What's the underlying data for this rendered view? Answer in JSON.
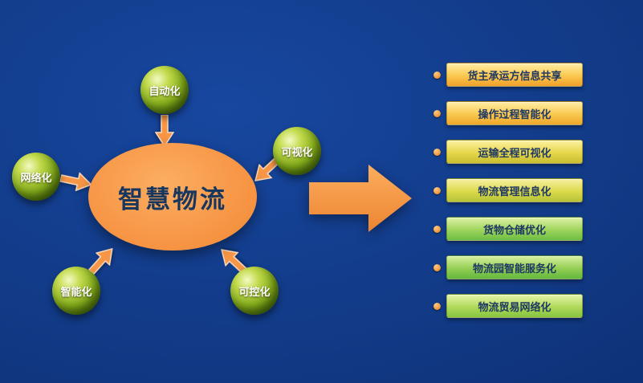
{
  "diagram_title": "智慧物流",
  "colors": {
    "background": "#10367F",
    "ellipse": "#F79646",
    "arrow": "#F79646",
    "sphere": "#82AA1A",
    "bar_text": "#1F3864",
    "bullet": "#F0922E",
    "center_text": "#17375E"
  },
  "center": {
    "label": "智慧物流"
  },
  "spheres": [
    {
      "id": "automation",
      "label": "自动化"
    },
    {
      "id": "visualization",
      "label": "可视化"
    },
    {
      "id": "networking",
      "label": "网络化"
    },
    {
      "id": "intelligence",
      "label": "智能化"
    },
    {
      "id": "controllability",
      "label": "可控化"
    }
  ],
  "big_arrow": {
    "direction": "right"
  },
  "right_list": {
    "items": [
      {
        "label": "货主承运方信息共享",
        "color_top": "#FFEDA6",
        "color_mid": "#FBC84F",
        "color_bottom": "#F0A02A"
      },
      {
        "label": "操作过程智能化",
        "color_top": "#FFEDA6",
        "color_mid": "#F9C84F",
        "color_bottom": "#EEA72A"
      },
      {
        "label": "运输全程可视化",
        "color_top": "#FCF1A2",
        "color_mid": "#E6D64B",
        "color_bottom": "#C9BE30"
      },
      {
        "label": "物流管理信息化",
        "color_top": "#F8F0A2",
        "color_mid": "#DCD94C",
        "color_bottom": "#B5C436"
      },
      {
        "label": "货物仓储优化",
        "color_top": "#DFF2A8",
        "color_mid": "#9ED45C",
        "color_bottom": "#6CBE44"
      },
      {
        "label": "物流园智能服务化",
        "color_top": "#D8F0A0",
        "color_mid": "#94CE54",
        "color_bottom": "#62B93E"
      },
      {
        "label": "物流贸易网络化",
        "color_top": "#E6F4AA",
        "color_mid": "#B0D95A",
        "color_bottom": "#86C53E"
      }
    ]
  }
}
